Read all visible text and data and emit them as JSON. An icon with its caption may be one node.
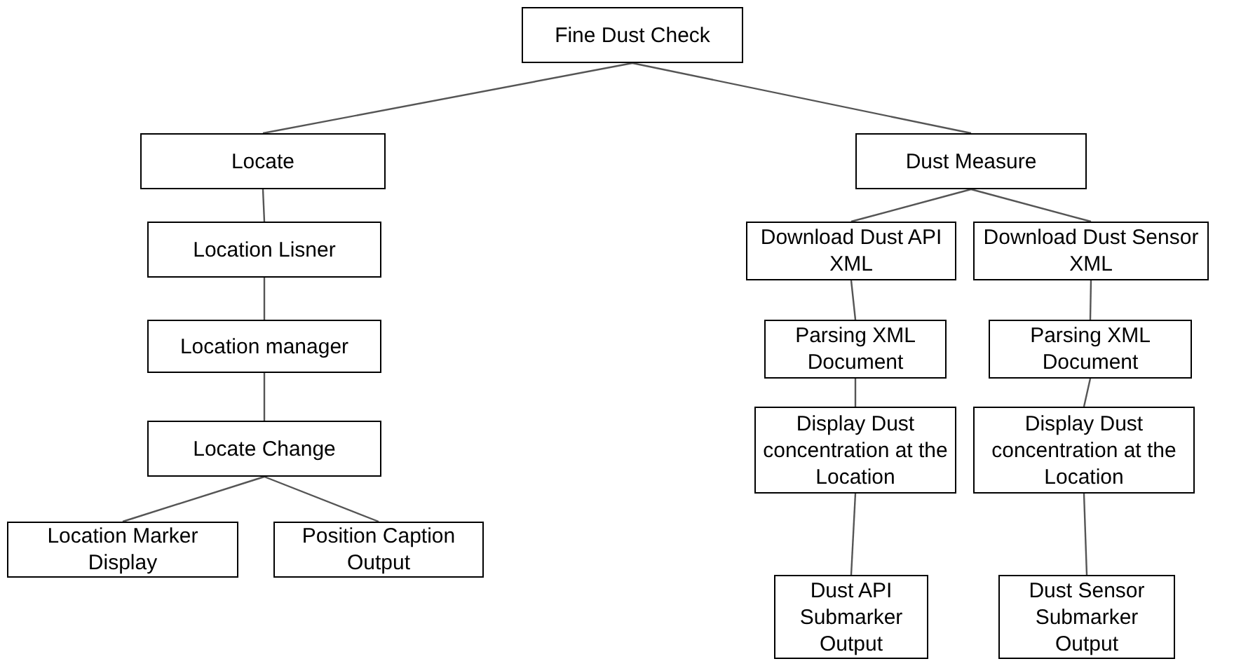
{
  "diagram": {
    "nodes": [
      {
        "text": [
          "Fine Dust Check"
        ]
      },
      {
        "text": [
          "Locate"
        ]
      },
      {
        "text": [
          "Location Lisner"
        ]
      },
      {
        "text": [
          "Location manager"
        ]
      },
      {
        "text": [
          "Locate Change"
        ]
      },
      {
        "text": [
          "Location Marker Display"
        ]
      },
      {
        "text": [
          "Position Caption Output"
        ]
      },
      {
        "text": [
          "Dust Measure"
        ]
      },
      {
        "text": [
          "Download Dust API XML"
        ]
      },
      {
        "text": [
          "Download Dust Sensor XML"
        ]
      },
      {
        "text": [
          "Parsing XML Document"
        ]
      },
      {
        "text": [
          "Parsing XML Document"
        ]
      },
      {
        "text": [
          "Display Dust concentration at the Location"
        ]
      },
      {
        "text": [
          "Display Dust concentration at the Location"
        ]
      },
      {
        "text": [
          "Dust API Submarker Output"
        ]
      },
      {
        "text": [
          "Dust Sensor Submarker Output"
        ]
      }
    ],
    "edges": [
      {
        "from": 0,
        "to": 1,
        "arrow": "none"
      },
      {
        "from": 0,
        "to": 7,
        "arrow": "none"
      },
      {
        "from": 1,
        "to": 2,
        "arrow": "none"
      },
      {
        "from": 2,
        "to": 3,
        "arrow": "none"
      },
      {
        "from": 3,
        "to": 4,
        "arrow": "none"
      },
      {
        "from": 4,
        "to": 5,
        "arrow": "none"
      },
      {
        "from": 4,
        "to": 6,
        "arrow": "none"
      },
      {
        "from": 7,
        "to": 8,
        "arrow": "none"
      },
      {
        "from": 7,
        "to": 9,
        "arrow": "none"
      },
      {
        "from": 8,
        "to": 10,
        "arrow": "none"
      },
      {
        "from": 10,
        "to": 12,
        "arrow": "none"
      },
      {
        "from": 12,
        "to": 14,
        "arrow": "none"
      },
      {
        "from": 9,
        "to": 11,
        "arrow": "none"
      },
      {
        "from": 11,
        "to": 13,
        "arrow": "none"
      },
      {
        "from": 13,
        "to": 15,
        "arrow": "none"
      }
    ]
  }
}
